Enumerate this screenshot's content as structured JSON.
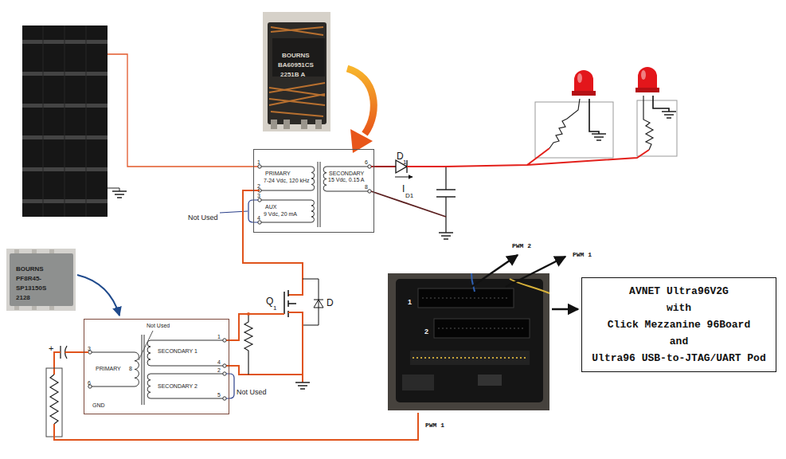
{
  "diagram": {
    "nodes": [
      {
        "text": [
          "1",
          "PRIMARY",
          "7-24 Vdc, 120 kHz",
          "2",
          "3",
          "AUX",
          "9 Vdc, 20 mA",
          "4",
          "6",
          "SECONDARY",
          "15 Vdc, 0.15 A",
          "8"
        ]
      },
      {
        "text": [
          "AVNET Ultra96V2G",
          "with",
          "Click Mezzanine 96Board",
          "and",
          "Ultra96 USB-to-JTAG/UART Pod"
        ]
      },
      {
        "text": [
          "Not Used",
          "3",
          "PRIMARY",
          "8",
          "6",
          "GND",
          "1",
          "SECONDARY 1",
          "4",
          "2",
          "SECONDARY 2",
          "5"
        ]
      }
    ],
    "labels": [
      "BOURNS",
      "BA60951CS",
      "2251B A",
      "D",
      "1",
      "I",
      "D1",
      "Not Used",
      "Q",
      "1",
      "D",
      "PWM 2",
      "PWM 1",
      "BOURNS",
      "PF8R45-",
      "SP13150S",
      "2128",
      "+",
      "Not Used",
      "PWM 1",
      "1",
      "2"
    ]
  }
}
